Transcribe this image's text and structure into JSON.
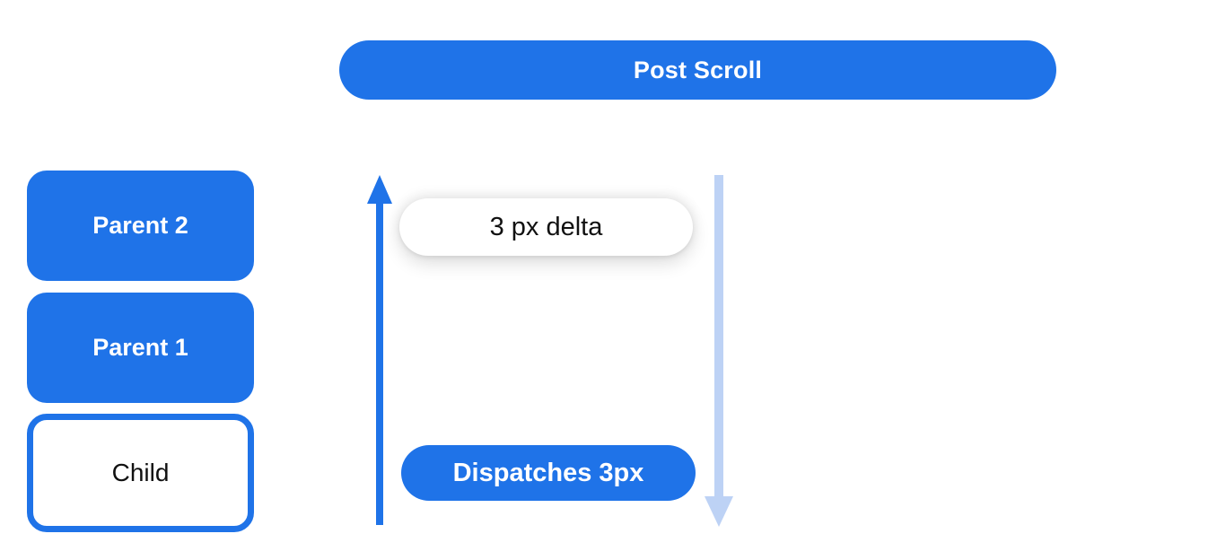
{
  "colors": {
    "primary_blue": "#1f73e8",
    "light_blue": "#bdd2f5",
    "text_dark": "#111111",
    "background": "#ffffff"
  },
  "banner": {
    "label": "Post Scroll"
  },
  "stack": {
    "boxes": [
      {
        "label": "Parent 2",
        "variant": "filled"
      },
      {
        "label": "Parent 1",
        "variant": "filled"
      },
      {
        "label": "Child",
        "variant": "outlined"
      }
    ]
  },
  "flow": {
    "delta_label": "3 px delta",
    "dispatch_label": "Dispatches 3px",
    "up_arrow_icon": "arrow-up-icon",
    "down_arrow_icon": "arrow-down-icon"
  }
}
